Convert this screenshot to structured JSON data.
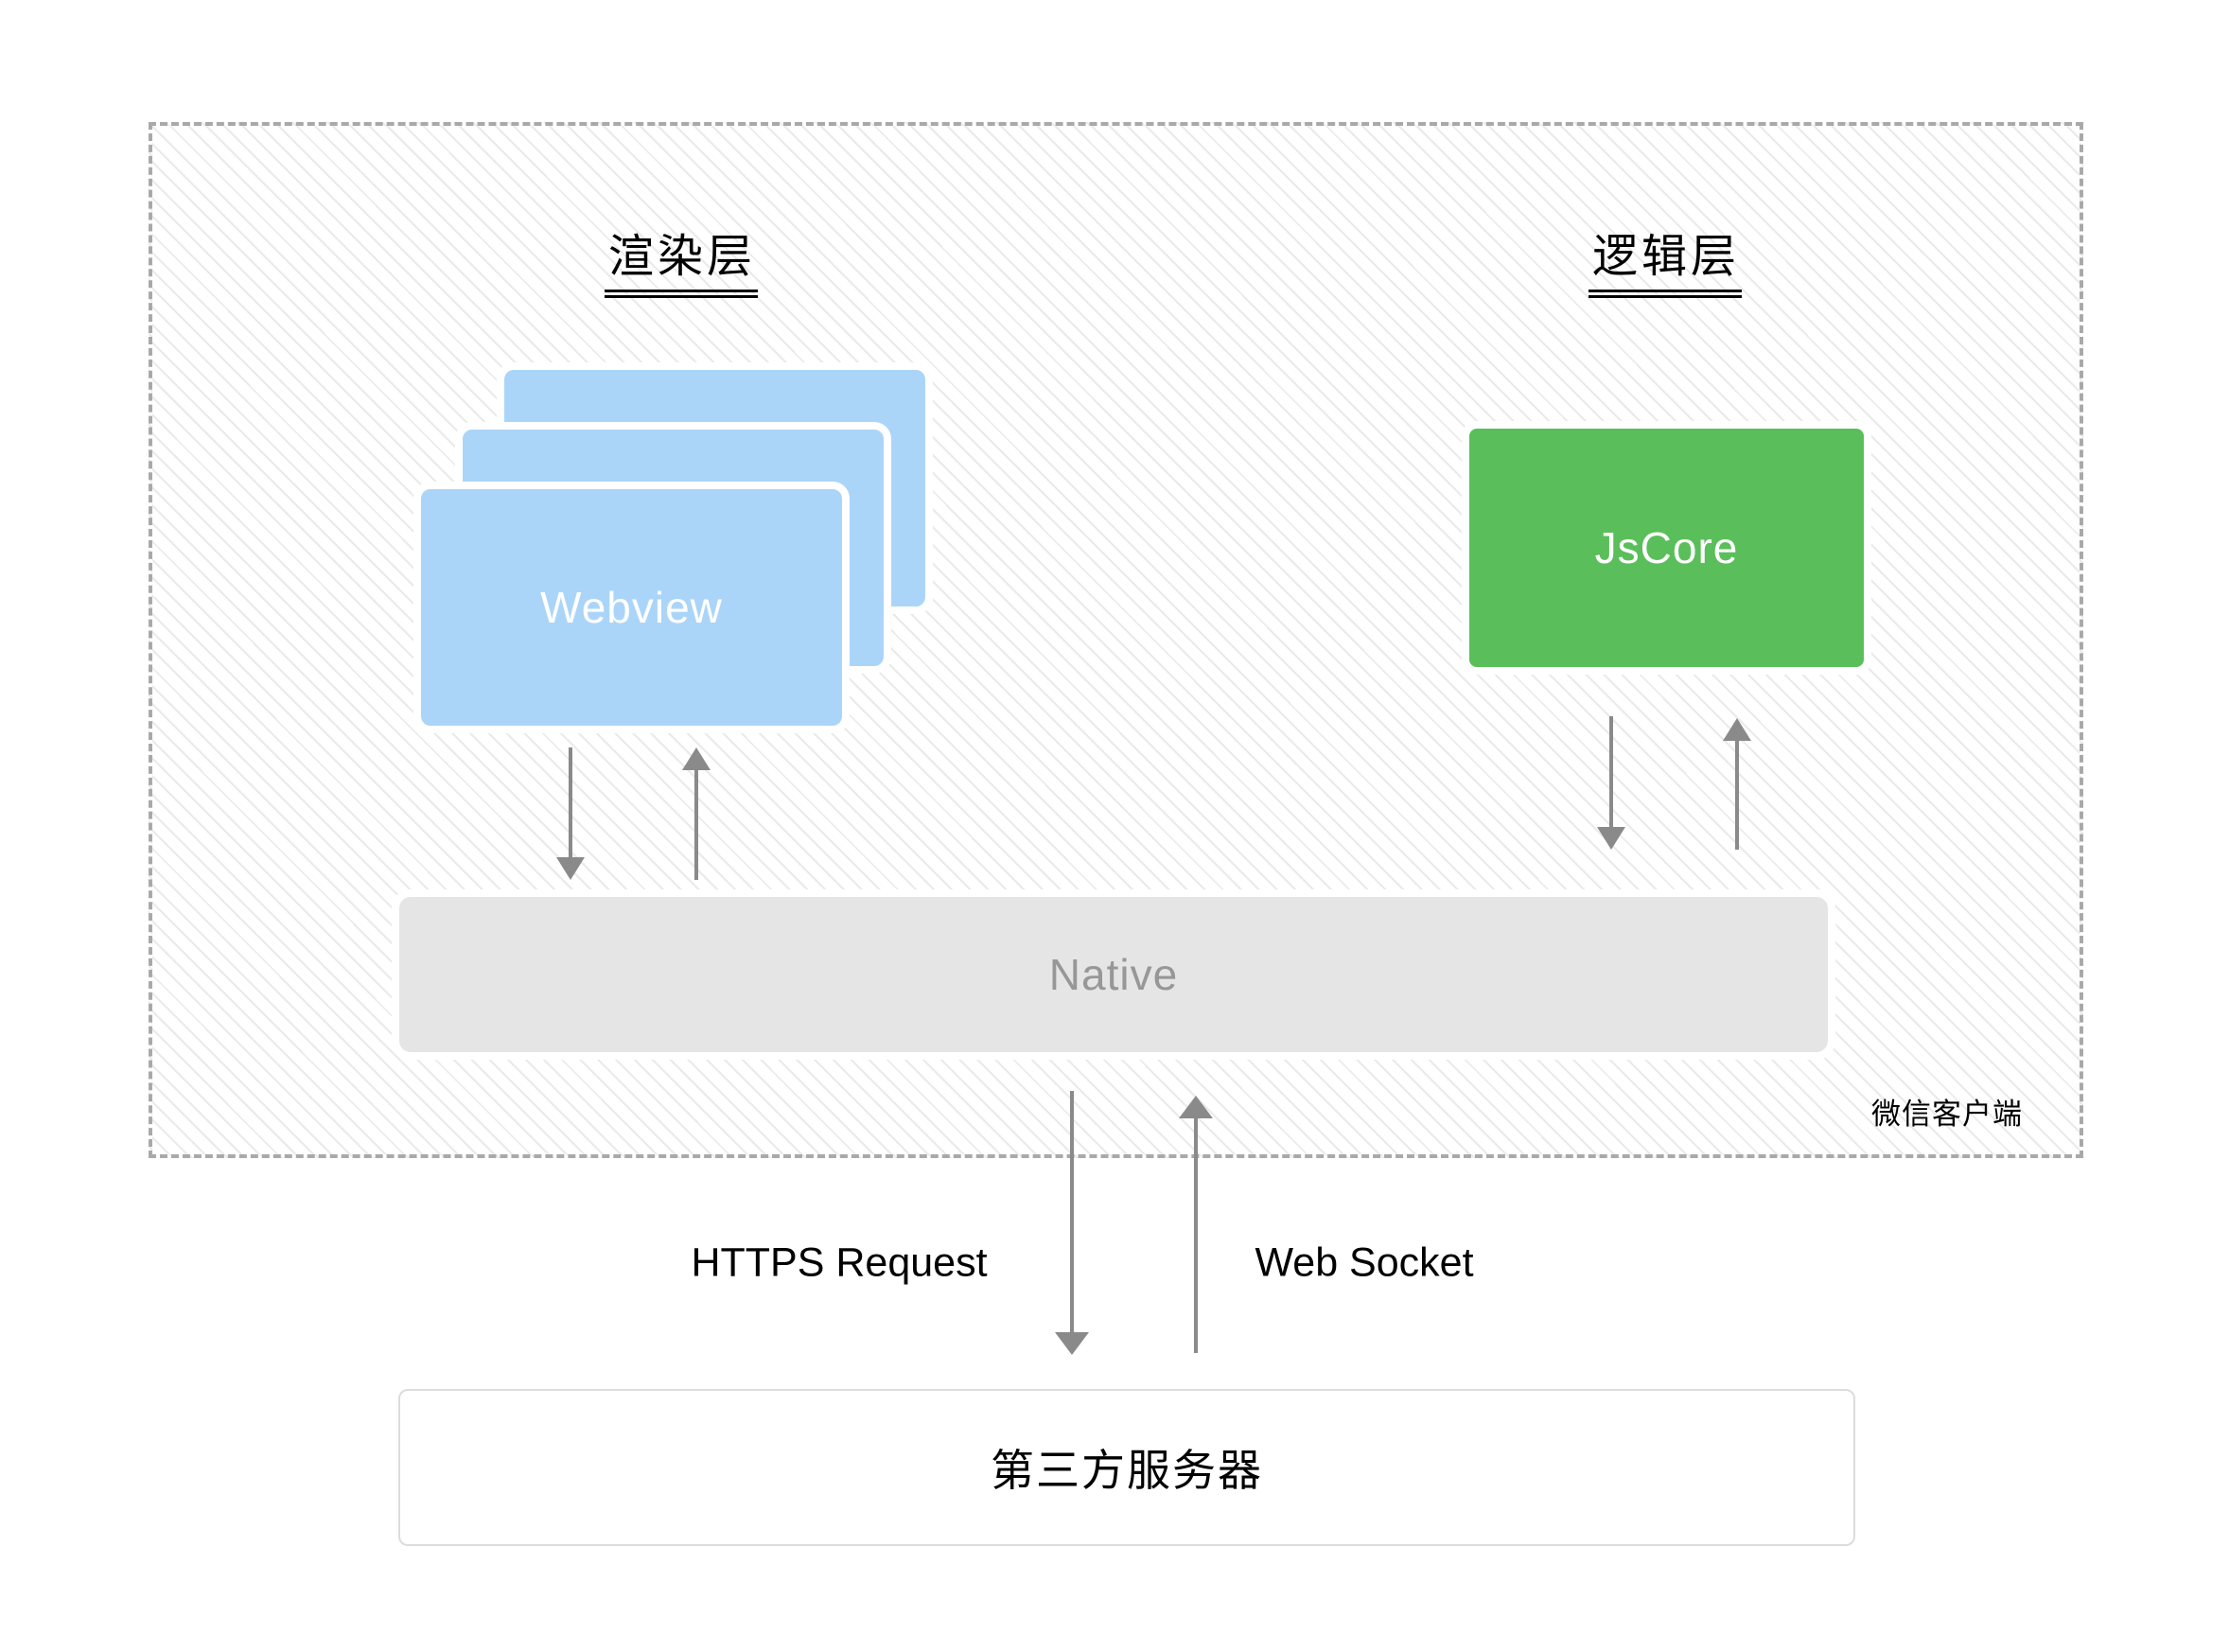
{
  "diagram": {
    "client": {
      "label": "微信客户端",
      "render_layer": {
        "title": "渲染层",
        "box_label": "Webview",
        "stacked_boxes": 3
      },
      "logic_layer": {
        "title": "逻辑层",
        "box_label": "JsCore"
      },
      "native": {
        "label": "Native"
      }
    },
    "labels": {
      "https": "HTTPS Request",
      "websocket": "Web Socket"
    },
    "external": {
      "server_label": "第三方服务器"
    },
    "connections": [
      {
        "from": "Webview",
        "to": "Native",
        "type": "two one-way arrows (down / up)"
      },
      {
        "from": "JsCore",
        "to": "Native",
        "type": "two one-way arrows (down / up)"
      },
      {
        "from": "Native",
        "to": "第三方服务器",
        "label": "HTTPS Request",
        "direction": "down"
      },
      {
        "from": "第三方服务器",
        "to": "Native",
        "label": "Web Socket",
        "direction": "up"
      }
    ]
  },
  "colors": {
    "webview_blue": "#abd5f8",
    "jscore_green": "#5abf5a",
    "native_gray": "#e5e5e5",
    "native_text": "#979797",
    "arrow_gray": "#8a8a8a",
    "hatch_line": "#e9e9e9",
    "dash_border": "#a9a9a9",
    "server_border": "#dcdcdc"
  }
}
